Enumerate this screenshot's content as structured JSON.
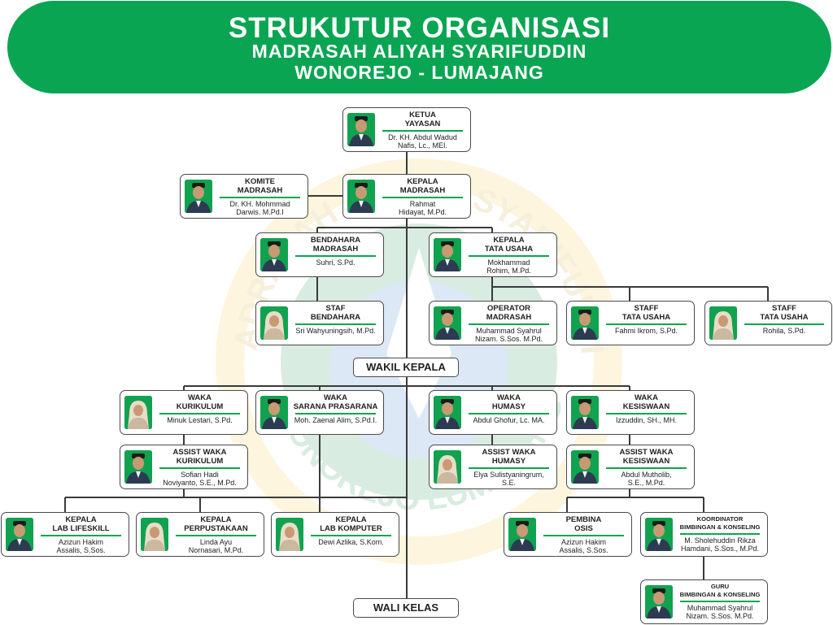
{
  "header": {
    "line1": "STRUKUTUR ORGANISASI",
    "line2": "MADRASAH ALIYAH SYARIFUDDIN",
    "line3": "WONOREJO - LUMAJANG"
  },
  "colors": {
    "brand_green": "#0aa552",
    "border": "#4a4a4a"
  },
  "watermark_text": {
    "top": "MADRASAH ALIYAH SYARIFUDDIN",
    "bottom": "WONOREJO LUMAJANG"
  },
  "wakil_kepala_label": "WAKIL KEPALA",
  "wali_kelas_label": "WALI KELAS",
  "cards": [
    {
      "id": "ketua",
      "role1": "KETUA",
      "role2": "YAYASAN",
      "name1": "Dr. KH. Abdul Wadud",
      "name2": "Nafis, Lc., MEI.",
      "gender": "m"
    },
    {
      "id": "komite",
      "role1": "KOMITE",
      "role2": "MADRASAH",
      "name1": "Dr. KH. Mohmmad",
      "name2": "Darwis. M.Pd.I",
      "gender": "m"
    },
    {
      "id": "kepala",
      "role1": "KEPALA",
      "role2": "MADRASAH",
      "name1": "Rahmat",
      "name2": "Hidayat, M.Pd.",
      "gender": "m"
    },
    {
      "id": "bendahara",
      "role1": "BENDAHARA",
      "role2": "MADRASAH",
      "name1": "Suhri, S.Pd.",
      "name2": "",
      "gender": "m"
    },
    {
      "id": "ktu",
      "role1": "KEPALA",
      "role2": "TATA USAHA",
      "name1": "Mokhammad",
      "name2": "Rohim, M.Pd.",
      "gender": "m"
    },
    {
      "id": "staf_bend",
      "role1": "STAF",
      "role2": "BENDAHARA",
      "name1": "Sri Wahyuningsih, M.Pd.",
      "name2": "",
      "gender": "f"
    },
    {
      "id": "operator",
      "role1": "OPERATOR",
      "role2": "MADRASAH",
      "name1": "Muhammad Syahrul",
      "name2": "Nizam. S.Sos. M.Pd.",
      "gender": "m"
    },
    {
      "id": "staff_tu1",
      "role1": "STAFF",
      "role2": "TATA USAHA",
      "name1": "Fahmi Ikrom, S.Pd.",
      "name2": "",
      "gender": "m"
    },
    {
      "id": "staff_tu2",
      "role1": "STAFF",
      "role2": "TATA USAHA",
      "name1": "Rohila, S.Pd.",
      "name2": "",
      "gender": "f"
    },
    {
      "id": "waka_kur",
      "role1": "WAKA",
      "role2": "KURIKULUM",
      "name1": "Minuk Lestari, S.Pd.",
      "name2": "",
      "gender": "f"
    },
    {
      "id": "waka_sarpras",
      "role1": "WAKA",
      "role2": "SARANA PRASARANA",
      "name1": "Moh. Zaenal Alim, S.Pd.I.",
      "name2": "",
      "gender": "m"
    },
    {
      "id": "waka_humasy",
      "role1": "WAKA",
      "role2": "HUMASY",
      "name1": "Abdul Ghofur, Lc. MA.",
      "name2": "",
      "gender": "m"
    },
    {
      "id": "waka_kesis",
      "role1": "WAKA",
      "role2": "KESISWAAN",
      "name1": "Izzuddin, SH., MH.",
      "name2": "",
      "gender": "m"
    },
    {
      "id": "asst_kur",
      "role1": "ASSIST WAKA",
      "role2": "KURIKULUM",
      "name1": "Sofian Hadi",
      "name2": "Noviyanto, S.E., M.Pd.",
      "gender": "m"
    },
    {
      "id": "asst_humasy",
      "role1": "ASSIST WAKA",
      "role2": "HUMASY",
      "name1": "Elya Sulistyaningrum,",
      "name2": "S.E.",
      "gender": "f"
    },
    {
      "id": "asst_kesis",
      "role1": "ASSIST WAKA",
      "role2": "KESISWAAN",
      "name1": "Abdul Mutholib,",
      "name2": "S.E., M.Pd.",
      "gender": "m"
    },
    {
      "id": "lab_life",
      "role1": "KEPALA",
      "role2": "LAB LIFESKILL",
      "name1": "Azizun Hakim",
      "name2": "Assalis, S.Sos.",
      "gender": "m"
    },
    {
      "id": "perpus",
      "role1": "KEPALA",
      "role2": "PERPUSTAKAAN",
      "name1": "Linda Ayu",
      "name2": "Nornasari, M.Pd.",
      "gender": "f"
    },
    {
      "id": "lab_komp",
      "role1": "KEPALA",
      "role2": "LAB KOMPUTER",
      "name1": "Dewi Azlika, S.Kom.",
      "name2": "",
      "gender": "f"
    },
    {
      "id": "osis",
      "role1": "PEMBINA",
      "role2": "OSIS",
      "name1": "Azizun Hakim",
      "name2": "Assalis, S.Sos.",
      "gender": "m"
    },
    {
      "id": "koord_bk",
      "role1": "KOORDINATOR",
      "role2": "BIMBINGAN & KONSELING",
      "name1": "M. Sholehuddin Rikza",
      "name2": "Hamdani, S.Sos., M.Pd.",
      "gender": "m",
      "small": true
    },
    {
      "id": "guru_bk",
      "role1": "GURU",
      "role2": "BIMBINGAN & KONSELING",
      "name1": "Muhammad Syahrul",
      "name2": "Nizam. S.Sos. M.Pd.",
      "gender": "m",
      "small": true
    }
  ]
}
